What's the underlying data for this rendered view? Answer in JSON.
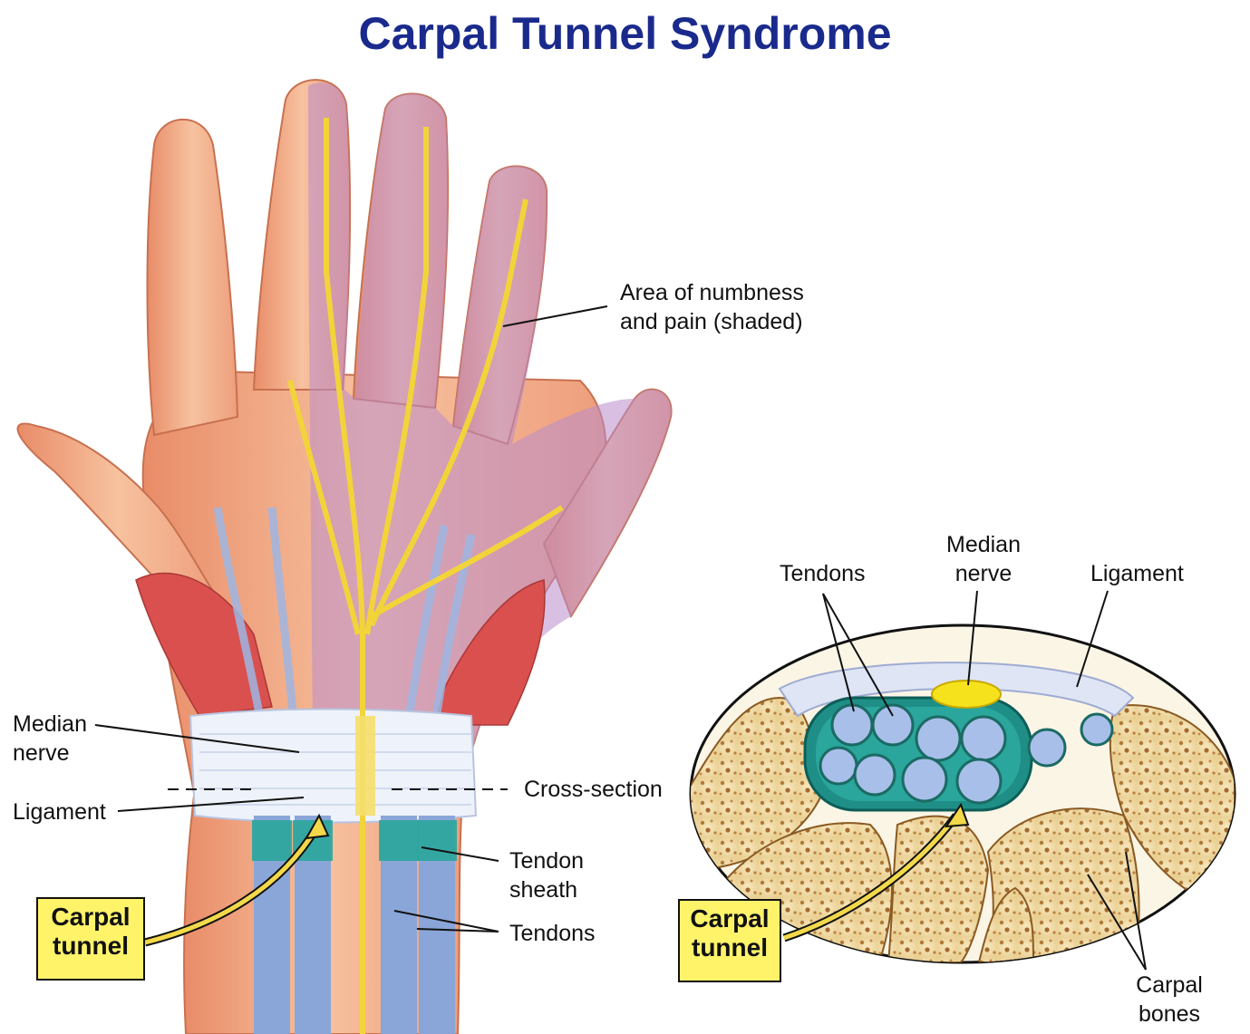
{
  "title": "Carpal Tunnel Syndrome",
  "hand_labels": {
    "numbness_line1": "Area of numbness",
    "numbness_line2": "and pain (shaded)",
    "median_line1": "Median",
    "median_line2": "nerve",
    "ligament": "Ligament",
    "cross_section": "Cross-section",
    "tendon_sheath_line1": "Tendon",
    "tendon_sheath_line2": "sheath",
    "tendons": "Tendons",
    "carpal_tunnel_line1": "Carpal",
    "carpal_tunnel_line2": "tunnel"
  },
  "section_labels": {
    "tendons": "Tendons",
    "median_line1": "Median",
    "median_line2": "nerve",
    "ligament": "Ligament",
    "carpal_tunnel_line1": "Carpal",
    "carpal_tunnel_line2": "tunnel",
    "carpal_bones_line1": "Carpal",
    "carpal_bones_line2": "bones"
  },
  "colors": {
    "title": "#1a2a8c",
    "skin": "#f3b48f",
    "numb_shading": "#c59ad0",
    "nerve": "#f2d43a",
    "muscle": "#d9504f",
    "ligament": "#e6ecf7",
    "tendon": "#8aa6d8",
    "sheath": "#2aa69c",
    "bone": "#f2dca7",
    "callout": "#fff36a"
  }
}
